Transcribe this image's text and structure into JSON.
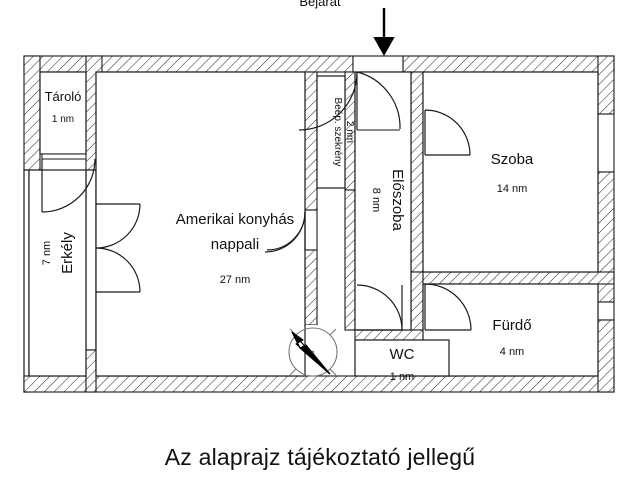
{
  "plan": {
    "entrance_label": "Bejárat",
    "caption": "Az alaprajz tájékoztató jellegű",
    "compass_name": "north-arrow",
    "unit": "nm",
    "rooms": [
      {
        "key": "taroló",
        "name": "Tároló",
        "area": "1 nm",
        "orientation": "horizontal"
      },
      {
        "key": "erkely",
        "name": "Erkély",
        "area": "7 nm",
        "orientation": "vertical"
      },
      {
        "key": "nappali",
        "name": "Amerikai konyhás",
        "name2": "nappali",
        "area": "27 nm",
        "orientation": "horizontal"
      },
      {
        "key": "szekreny",
        "name": "Beép. szekrény",
        "area": "2 nm",
        "orientation": "vertical"
      },
      {
        "key": "eloszoba",
        "name": "Előszoba",
        "area": "8 nm",
        "orientation": "vertical"
      },
      {
        "key": "szoba",
        "name": "Szoba",
        "area": "14 nm",
        "orientation": "horizontal"
      },
      {
        "key": "furdo",
        "name": "Fürdő",
        "area": "4 nm",
        "orientation": "horizontal"
      },
      {
        "key": "wc",
        "name": "WC",
        "area": "1 nm",
        "orientation": "horizontal"
      }
    ]
  },
  "colors": {
    "wall_stroke": "#1a1a1a",
    "hatch": "#2b2b2b",
    "room_fill": "#ffffff",
    "text": "#111111",
    "background": "#ffffff"
  }
}
